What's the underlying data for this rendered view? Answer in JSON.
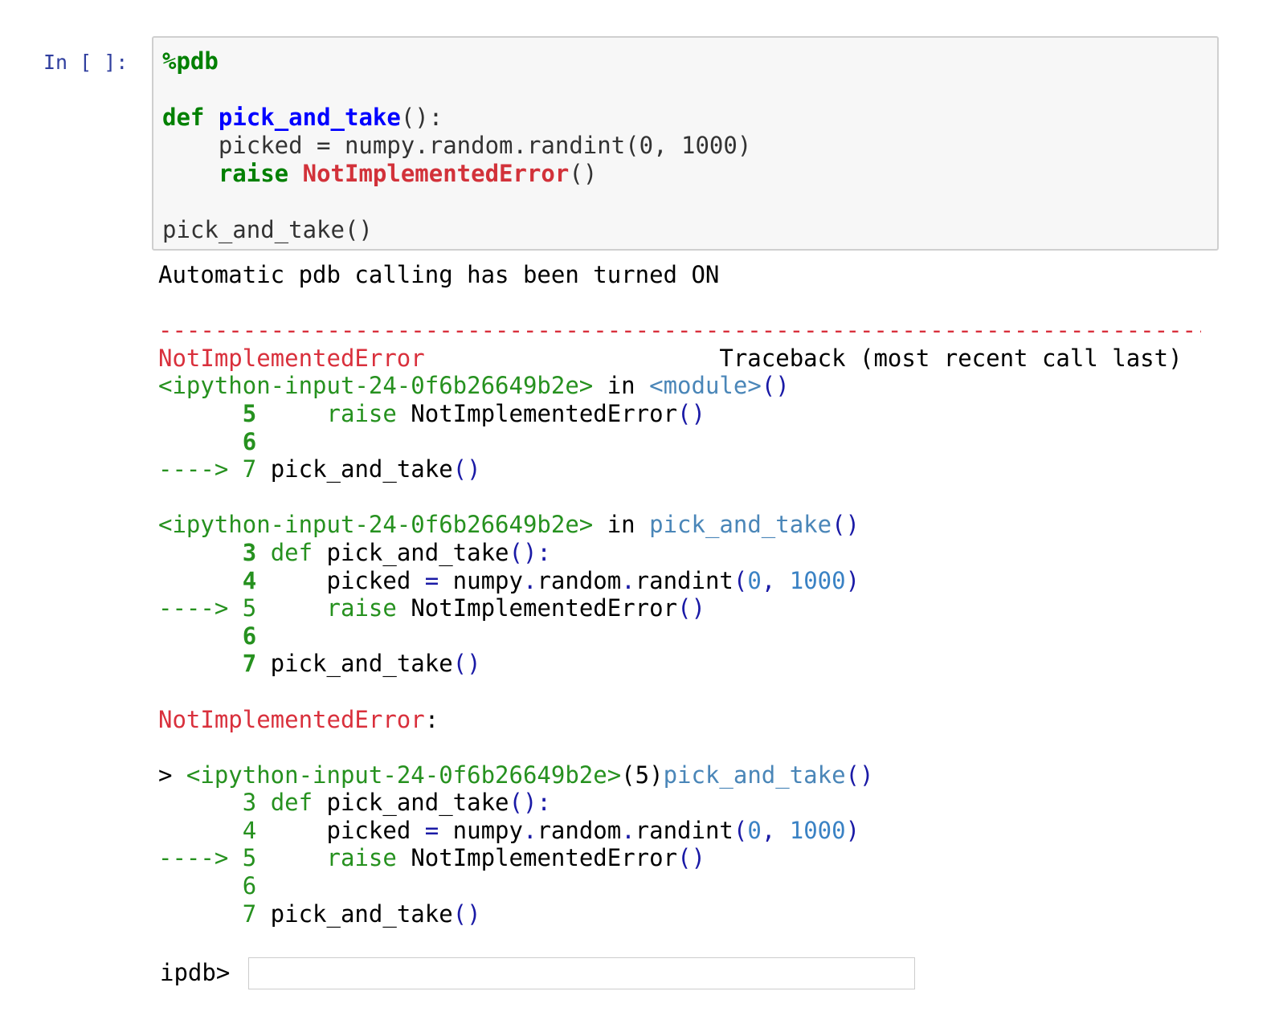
{
  "prompt": "In [ ]:",
  "input_code": {
    "magic": "%pdb",
    "def_kw": "def",
    "func_name": "pick_and_take",
    "def_tail": "():",
    "line2": "    picked = numpy.random.randint(0, 1000)",
    "raise_kw": "raise",
    "exc_name": "NotImplementedError",
    "exc_tail": "()",
    "call": "pick_and_take()"
  },
  "output": {
    "status_line": "Automatic pdb calling has been turned ON",
    "separator": "---------------------------------------------------------------------------",
    "error_name": "NotImplementedError",
    "traceback_header": "Traceback (most recent call last)",
    "frame_file": "<ipython-input-24-0f6b26649b2e>",
    "in_word": "in",
    "module": "<module>",
    "frame1_func": "pick_and_take",
    "arrow": "---->",
    "error_final": "NotImplementedError",
    "debug_file": "<ipython-input-24-0f6b26649b2e>",
    "debug_line": "(5)",
    "debug_func": "pick_and_take"
  },
  "ipdb": {
    "label": "ipdb>",
    "value": ""
  }
}
